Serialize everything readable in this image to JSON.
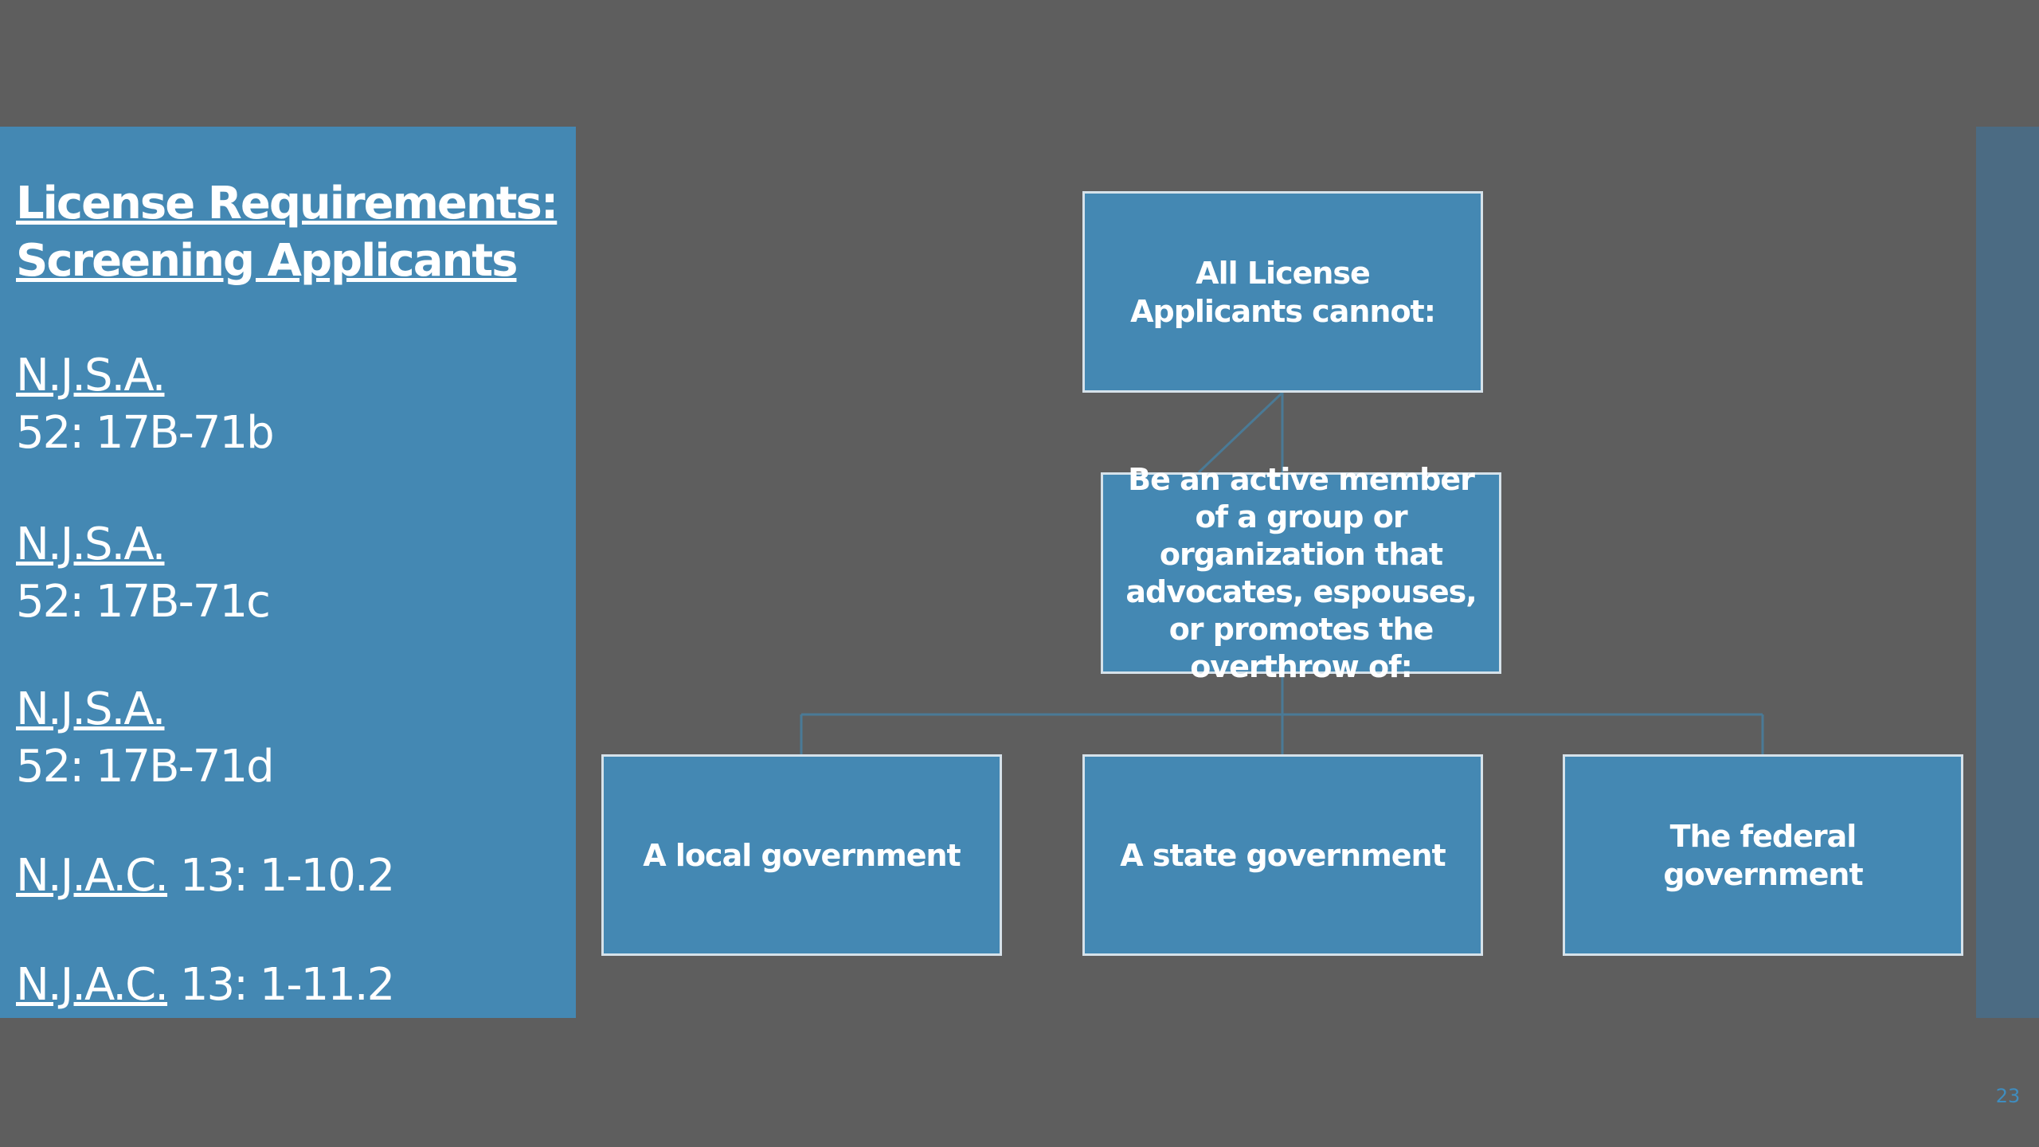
{
  "sidebar": {
    "title_line1": "License Requirements:",
    "title_line2": "Screening Applicants",
    "references": [
      {
        "code": "N.J.S.A.",
        "section": "52: 17B-71b"
      },
      {
        "code": "N.J.S.A.",
        "section": "52: 17B-71c"
      },
      {
        "code": "N.J.S.A.",
        "section": "52: 17B-71d"
      },
      {
        "code": "N.J.A.C.",
        "section": " 13: 1-10.2"
      },
      {
        "code": "N.J.A.C.",
        "section": " 13: 1-11.2"
      }
    ]
  },
  "diagram": {
    "root": "All License Applicants cannot:",
    "middle": "Be an active member of a group or organization that advocates, espouses, or promotes the overthrow of:",
    "leaves": [
      "A local government",
      "A state government",
      "The federal government"
    ]
  },
  "colors": {
    "background": "#5e5e5e",
    "panel": "#4488b3",
    "box_border": "#d6e2ea",
    "connector": "#4a7a96"
  },
  "page_number": "23"
}
